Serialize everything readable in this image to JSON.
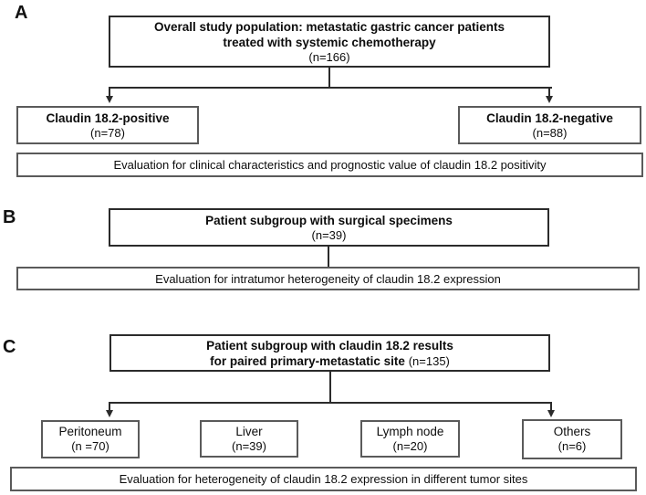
{
  "colors": {
    "border_dark": "#2b2b2b",
    "border_gray": "#5a5a5a",
    "text": "#0d0d0d",
    "background": "#ffffff"
  },
  "panel_a": {
    "label": "A",
    "top_box": {
      "line1": "Overall study population: metastatic gastric cancer patients",
      "line2": "treated with systemic chemotherapy",
      "n": "(n=166)"
    },
    "left_box": {
      "title": "Claudin 18.2-positive",
      "n": "(n=78)"
    },
    "right_box": {
      "title": "Claudin 18.2-negative",
      "n": "(n=88)"
    },
    "eval_box": "Evaluation for clinical characteristics and prognostic value of claudin 18.2 positivity"
  },
  "panel_b": {
    "label": "B",
    "top_box": {
      "title": "Patient subgroup with surgical specimens",
      "n": "(n=39)"
    },
    "eval_box": "Evaluation for intratumor heterogeneity of claudin 18.2 expression"
  },
  "panel_c": {
    "label": "C",
    "top_box": {
      "line1": "Patient subgroup with claudin 18.2 results",
      "line2_bold": "for paired primary-metastatic site",
      "line2_n": "(n=135)"
    },
    "site_boxes": [
      {
        "title": "Peritoneum",
        "n": "(n =70)"
      },
      {
        "title": "Liver",
        "n": "(n=39)"
      },
      {
        "title": "Lymph node",
        "n": "(n=20)"
      },
      {
        "title": "Others",
        "n": "(n=6)"
      }
    ],
    "eval_box": "Evaluation for heterogeneity of claudin 18.2 expression in different tumor sites"
  }
}
